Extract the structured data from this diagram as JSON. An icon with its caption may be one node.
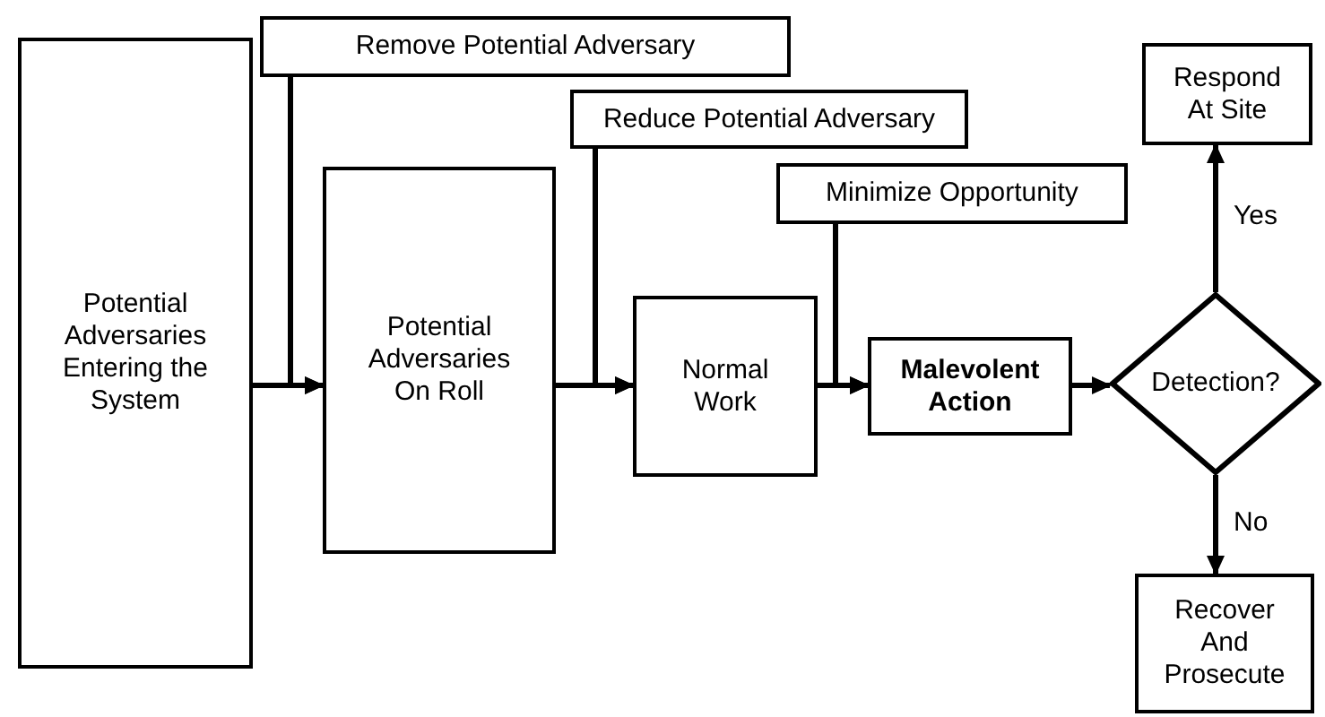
{
  "diagram": {
    "nodes": [
      {
        "text": [
          "Potential Adversaries Entering the System"
        ]
      },
      {
        "text": [
          "Remove Potential Adversary"
        ]
      },
      {
        "text": [
          "Potential Adversaries On Roll"
        ]
      },
      {
        "text": [
          "Reduce Potential Adversary"
        ]
      },
      {
        "text": [
          "Normal Work"
        ]
      },
      {
        "text": [
          "Minimize Opportunity"
        ]
      },
      {
        "text": [
          "Malevolent Action"
        ]
      },
      {
        "text": [
          "Detection?"
        ]
      },
      {
        "text": [
          "Respond At Site"
        ]
      },
      {
        "text": [
          "Recover And Prosecute"
        ]
      }
    ],
    "edges": [
      {
        "from": 0,
        "to": 2,
        "arrow": "to"
      },
      {
        "from": 1,
        "to": 2,
        "arrow": "to"
      },
      {
        "from": 2,
        "to": 4,
        "arrow": "to"
      },
      {
        "from": 3,
        "to": 4,
        "arrow": "to"
      },
      {
        "from": 4,
        "to": 6,
        "arrow": "to"
      },
      {
        "from": 5,
        "to": 6,
        "arrow": "to"
      },
      {
        "from": 6,
        "to": 7,
        "arrow": "to"
      },
      {
        "from": 7,
        "to": 8,
        "arrow": "to",
        "label": "Yes"
      },
      {
        "from": 7,
        "to": 9,
        "arrow": "to",
        "label": "No"
      }
    ]
  }
}
